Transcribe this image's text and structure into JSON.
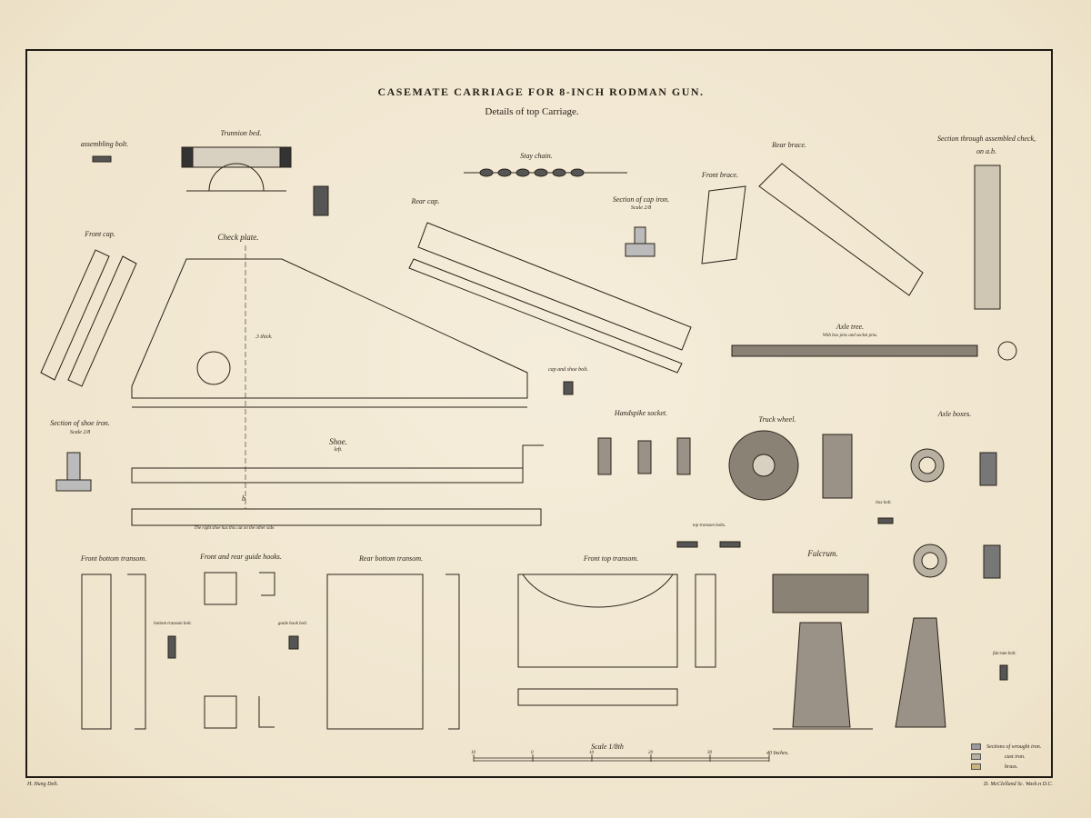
{
  "title": "CASEMATE CARRIAGE FOR 8-INCH RODMAN GUN.",
  "subtitle": "Details of top Carriage.",
  "labels": {
    "assembling_bolt": "assembling bolt.",
    "trunnion_bed": "Trunnion bed.",
    "stay_chain": "Stay chain.",
    "rear_brace": "Rear brace.",
    "section_check_1": "Section through assembled check,",
    "section_check_2": "on a.b.",
    "front_brace": "Front brace.",
    "section_cap_iron": "Section of cap iron.",
    "section_cap_iron_scale": "Scale 2/8",
    "rear_cap": "Rear cap.",
    "front_cap": "Front cap.",
    "check_plate": "Check plate.",
    "thick": ".3 thick.",
    "axle_tree": "Axle tree.",
    "axle_tree_note": "With box pins and socket pins.",
    "cap_shoe_bolt": "cap and shoe bolt.",
    "section_shoe_iron": "Section of shoe iron.",
    "section_shoe_iron_scale": "Scale 2/8",
    "handspike_socket": "Handspike socket.",
    "truck_wheel": "Truck wheel.",
    "axle_boxes": "Axle boxes.",
    "shoe": "Shoe.",
    "shoe_left": "left.",
    "b_mark": "b",
    "shoe_note": "The right shoe has this cut on the other side.",
    "box_bolt": "box bolt.",
    "top_transom_bolts": "top transom bolts.",
    "front_bottom_transom": "Front bottom transom.",
    "guide_hooks": "Front and rear guide hooks.",
    "rear_bottom_transom": "Rear bottom transom.",
    "front_top_transom": "Front top transom.",
    "fulcrum": "Fulcrum.",
    "bottom_transom_bolt": "bottom transom bolt.",
    "guide_hook_bolt": "guide hook bolt.",
    "fulcrum_bolt": "fulcrum bolt."
  },
  "scale_bar": {
    "title": "Scale 1/8th",
    "ticks": [
      "10",
      "0",
      "10",
      "20",
      "30",
      "40 Inches."
    ]
  },
  "legend": [
    {
      "label": "Sections of wrought iron.",
      "color": "#9a9a9a"
    },
    {
      "label": "cast iron.",
      "color": "#b8b0a0"
    },
    {
      "label": "brass.",
      "color": "#c9b57a"
    }
  ],
  "credits": {
    "draftsman": "H. Hung Delt.",
    "engraver": "D. McClelland Sc. Wash.n D.C."
  },
  "colors": {
    "paper": "#f3ead6",
    "ink": "#2a2218"
  }
}
